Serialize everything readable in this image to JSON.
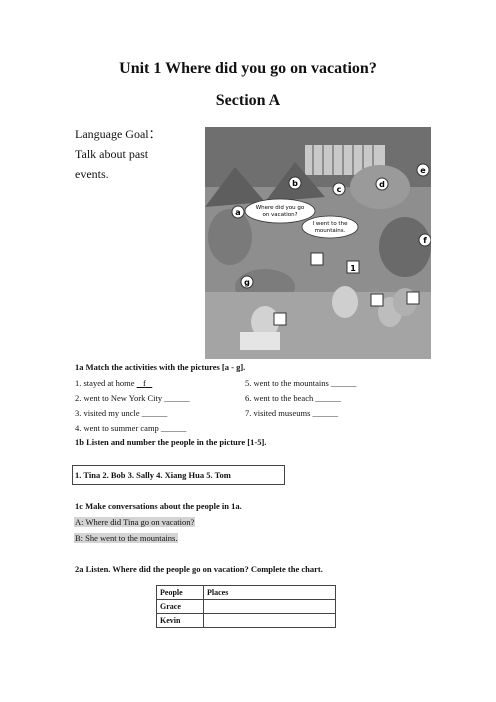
{
  "header": {
    "title": "Unit 1 Where did you go on vacation?",
    "section": "Section A"
  },
  "goal": {
    "line1": "Language Goal：",
    "line2": "Talk about past",
    "line3": "events."
  },
  "illustration": {
    "letters": [
      "a",
      "b",
      "c",
      "d",
      "e",
      "f",
      "g"
    ],
    "bubble1": "Where did you go on vacation?",
    "bubble2": "I went to the mountains.",
    "number_tag": "1"
  },
  "activity_1a": {
    "heading": "1a Match the activities with the pictures [a - g].",
    "items": [
      {
        "text": "1. stayed at home",
        "answer": "f"
      },
      {
        "text": "2. went to New York City ______"
      },
      {
        "text": "3. visited my uncle ______"
      },
      {
        "text": "4. went to summer camp ______"
      },
      {
        "text": "5. went to the mountains ______"
      },
      {
        "text": "6. went to the beach ______"
      },
      {
        "text": "7. visited museums ______"
      }
    ]
  },
  "activity_1b": {
    "heading": "1b Listen and number the people in the picture [1-5].",
    "names": "1. Tina     2. Bob    3. Sally    4. Xiang Hua    5. Tom"
  },
  "activity_1c": {
    "heading": "1c Make conversations about the people in 1a.",
    "line_a": "A: Where did Tina go on vacation?",
    "line_b": "B: She went to the mountains."
  },
  "activity_2a": {
    "heading": "2a Listen. Where did the people go on vacation? Complete the chart.",
    "col1": "People",
    "col2": "Places",
    "rows": [
      "Grace",
      "Kevin"
    ]
  }
}
